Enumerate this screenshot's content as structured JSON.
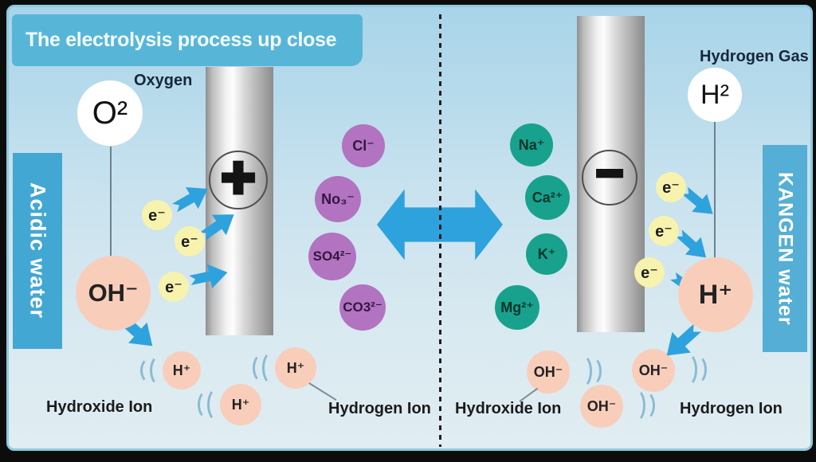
{
  "title": "The electrolysis process up close",
  "side_labels": {
    "left": "Acidic water",
    "right": "KANGEN water"
  },
  "electrodes": {
    "anode_sign": "+",
    "cathode_sign": "−"
  },
  "oxygen": {
    "label": "Oxygen",
    "symbol": "O²"
  },
  "hydrogen_gas": {
    "label": "Hydrogen Gas",
    "symbol": "H²"
  },
  "hydroxide_big": "OH⁻",
  "hydrogen_big": "H⁺",
  "electron": "e⁻",
  "anions": [
    "Cl⁻",
    "No₃⁻",
    "SO4²⁻",
    "CO3²⁻"
  ],
  "cations": [
    "Na⁺",
    "Ca²⁺",
    "K⁺",
    "Mg²⁺"
  ],
  "bottom": {
    "left_ion": "H⁺",
    "right_ion": "OH⁻",
    "labels": [
      "Hydroxide Ion",
      "Hydrogen Ion",
      "Hydroxide Ion",
      "Hydrogen Ion"
    ]
  },
  "colors": {
    "banner_blue": "#57b6d8",
    "panel_blue": "#43a7d3",
    "arrow_blue": "#2ea2dc",
    "anion_purple": "#b273c1",
    "cation_teal": "#18a28d",
    "electron_yellow": "#f7f3ae",
    "ion_pink": "#f8cebb"
  }
}
